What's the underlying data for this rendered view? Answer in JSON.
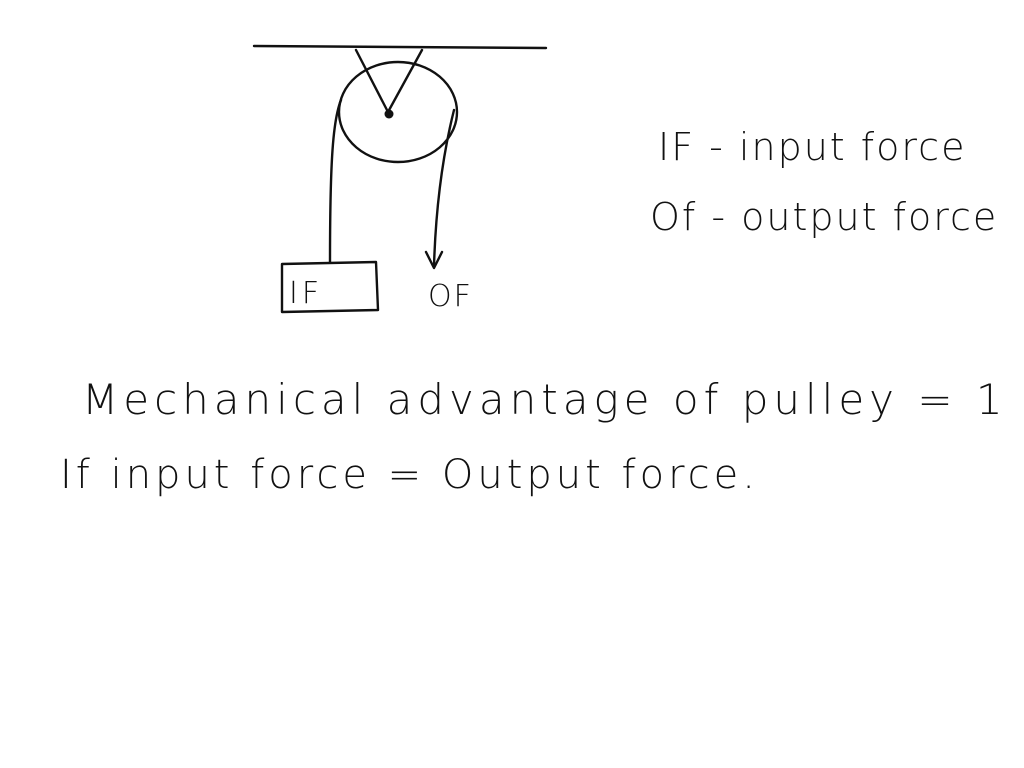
{
  "diagram": {
    "weight_label": "IF",
    "pull_label": "OF"
  },
  "legend": {
    "input": "IF - input force",
    "output": "Of - output force"
  },
  "notes": {
    "line1": "Mechanical advantage of pulley = 1",
    "line2": "If  input force = Output force."
  }
}
